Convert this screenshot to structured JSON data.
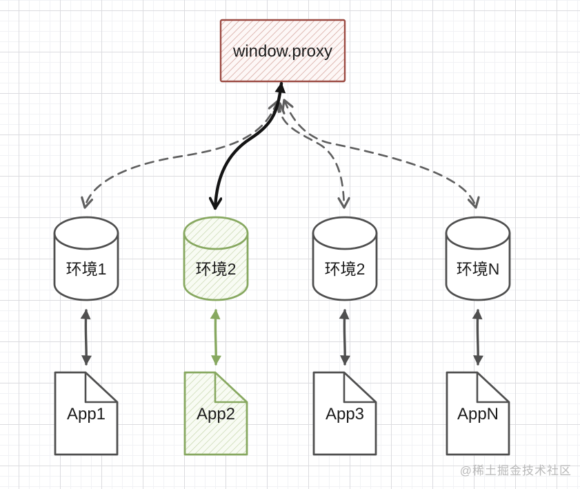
{
  "diagram": {
    "proxy": {
      "label": "window.proxy"
    },
    "columns": [
      {
        "env_label": "环境1",
        "app_label": "App1",
        "highlighted": false
      },
      {
        "env_label": "环境2",
        "app_label": "App2",
        "highlighted": true
      },
      {
        "env_label": "环境2",
        "app_label": "App3",
        "highlighted": false
      },
      {
        "env_label": "环境N",
        "app_label": "AppN",
        "highlighted": false
      }
    ],
    "watermark": "@稀土掘金技术社区",
    "colors": {
      "proxy_border": "#9b4a42",
      "proxy_hatch": "#cf9a91",
      "shape_dark": "#4f4f4f",
      "arrow_gray": "#5f5f5f",
      "highlight_green": "#87a860",
      "green_hatch": "#c3d4a8",
      "active_arrow_black": "#141414",
      "watermark_gray": "#b9b9b9"
    }
  }
}
